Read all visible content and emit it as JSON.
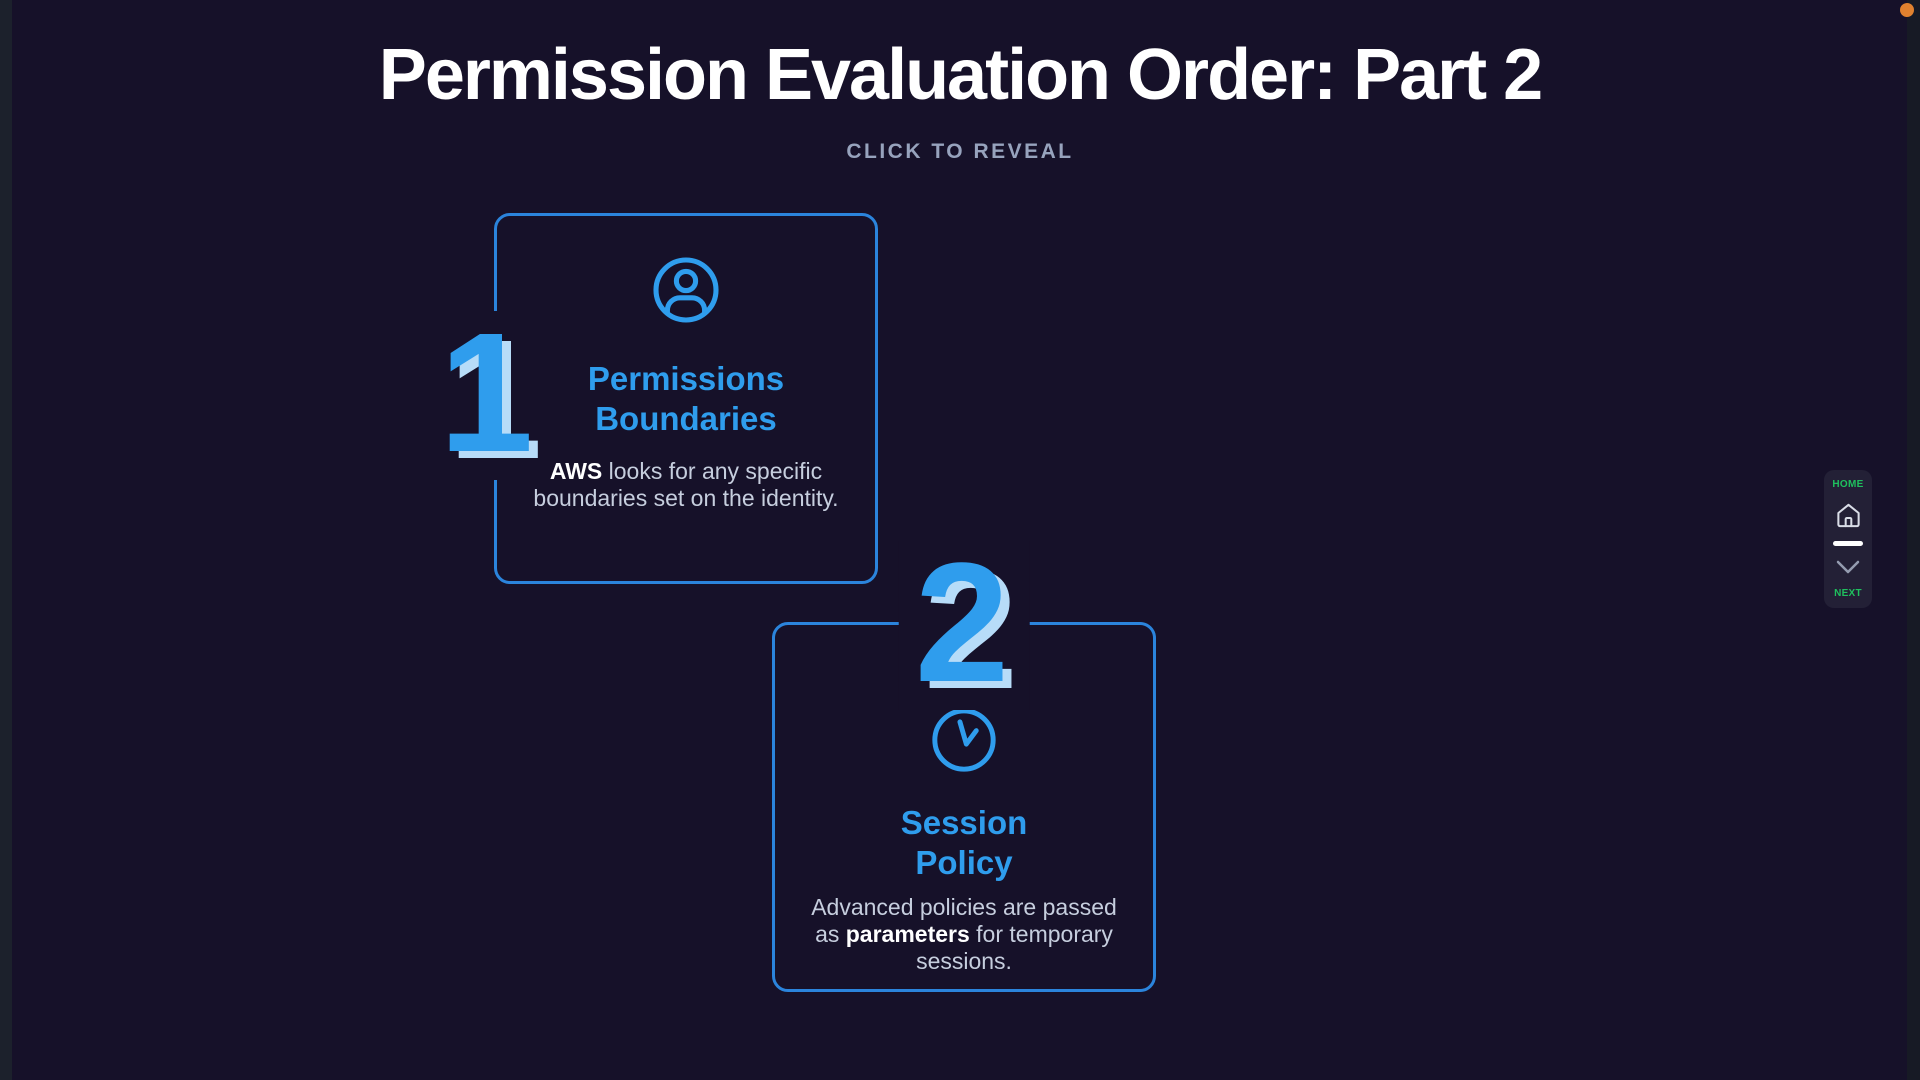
{
  "page": {
    "title": "Permission Evaluation Order: Part 2",
    "subtitle": "CLICK TO REVEAL"
  },
  "cards": [
    {
      "number": "1",
      "icon": "user-circle-icon",
      "title_line1": "Permissions",
      "title_line2": "Boundaries",
      "body_prefix": "",
      "body_bold": "AWS",
      "body_suffix": " looks for any specific boundaries set on the identity."
    },
    {
      "number": "2",
      "icon": "clock-icon",
      "title_line1": "Session",
      "title_line2": "Policy",
      "body_prefix": "Advanced policies are passed as ",
      "body_bold": "parameters",
      "body_suffix": " for temporary sessions."
    }
  ],
  "nav": {
    "home_label": "HOME",
    "next_label": "NEXT"
  },
  "colors": {
    "background": "#161129",
    "accent_blue": "#2F9DED",
    "number_highlight": "#B7DCF8",
    "card_border": "#2B84DC",
    "nav_green": "#1FC05E",
    "status_dot_orange": "#E0812F"
  }
}
